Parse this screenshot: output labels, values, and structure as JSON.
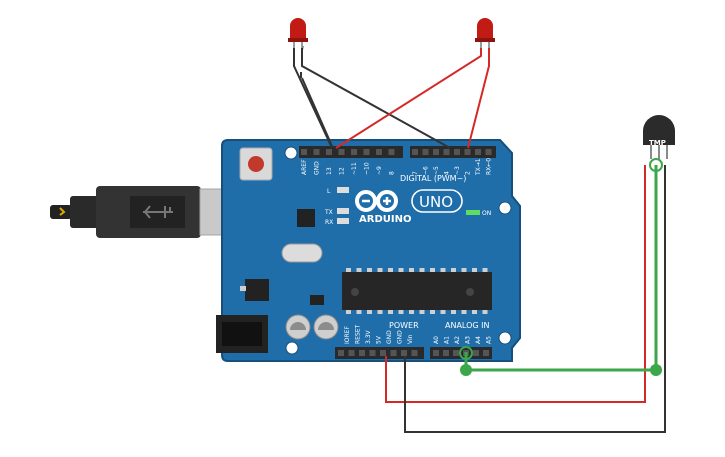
{
  "board": {
    "brand": "ARDUINO",
    "model": "UNO",
    "digital_header": "DIGITAL (PWM~)",
    "power_header": "POWER",
    "analog_header": "ANALOG IN",
    "on_label": "ON",
    "led_labels": [
      "L",
      "TX",
      "RX"
    ],
    "digital_pins": [
      "AREF",
      "GND",
      "13",
      "12",
      "~11",
      "~10",
      "~9",
      "8",
      "7",
      "~6",
      "~5",
      "4",
      "~3",
      "2",
      "TX→1",
      "RX←0"
    ],
    "power_pins": [
      "IOREF",
      "RESET",
      "3.3V",
      "5V",
      "GND",
      "GND",
      "Vin"
    ],
    "analog_pins": [
      "A0",
      "A1",
      "A2",
      "A3",
      "A4",
      "A5"
    ]
  },
  "sensor": {
    "label": "TMP"
  },
  "colors": {
    "board": "#1f6eaa",
    "board_dark": "#174f7c",
    "wire_red": "#d42a26",
    "wire_black": "#333333",
    "wire_green": "#3ba64a",
    "led_red": "#c21a14"
  }
}
